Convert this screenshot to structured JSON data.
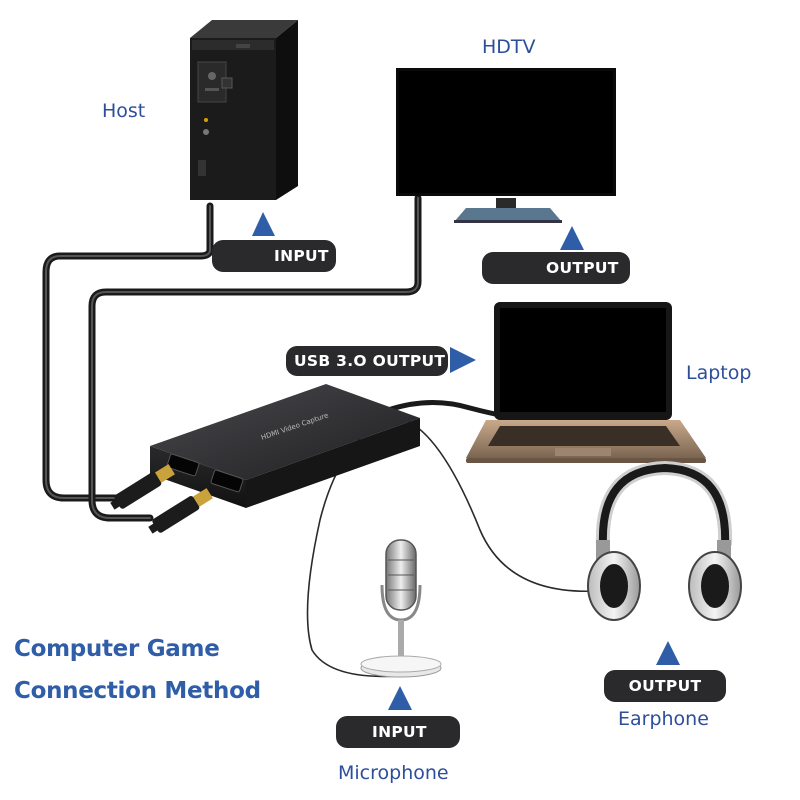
{
  "devices": {
    "host": "Host",
    "hdtv": "HDTV",
    "laptop": "Laptop",
    "earphone": "Earphone",
    "microphone": "Microphone"
  },
  "ports": {
    "host": "INPUT",
    "hdtv": "OUTPUT",
    "laptop": "USB 3.O OUTPUT",
    "earphone": "OUTPUT",
    "microphone": "INPUT"
  },
  "title": {
    "line1": "Computer Game",
    "line2": "Connection Method"
  },
  "colors": {
    "label_text": "#2d4f9a",
    "title_text": "#2f5da8",
    "arrow": "#2f5da8",
    "pill_bg": "#2a2a2c"
  }
}
